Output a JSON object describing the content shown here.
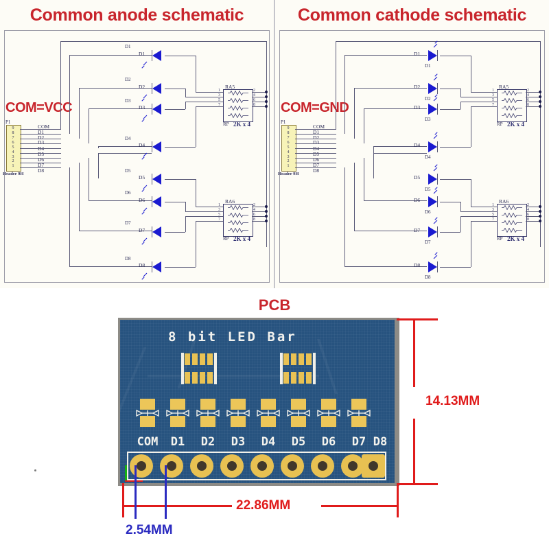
{
  "schematics": [
    {
      "title": "Common anode schematic",
      "com_label": "COM=VCC",
      "orientation": "leds-point-left",
      "connector": {
        "name": "P1",
        "footer": "Header 9H",
        "pins": [
          "9",
          "8",
          "7",
          "6",
          "5",
          "4",
          "3",
          "2",
          "1"
        ],
        "nets": [
          "COM",
          "D1",
          "D2",
          "D3",
          "D4",
          "D5",
          "D6",
          "D7",
          "D8"
        ]
      },
      "leds": [
        {
          "desig": "D1",
          "net": "D1"
        },
        {
          "desig": "D2",
          "net": "D2"
        },
        {
          "desig": "D3",
          "net": "D3"
        },
        {
          "desig": "D4",
          "net": "D4"
        },
        {
          "desig": "D5",
          "net": "D5"
        },
        {
          "desig": "D6",
          "net": "D6"
        },
        {
          "desig": "D7",
          "net": "D7"
        },
        {
          "desig": "D8",
          "net": "D8"
        }
      ],
      "resistor_packs": [
        {
          "name": "RA5",
          "prefix": "RP",
          "value": "2K x 4",
          "left_pins": [
            "1",
            "3",
            "5",
            "7"
          ],
          "right_pins": [
            "2",
            "4",
            "6",
            "8"
          ]
        },
        {
          "name": "RA6",
          "prefix": "RP",
          "value": "2K x 4",
          "left_pins": [
            "1",
            "3",
            "5",
            "7"
          ],
          "right_pins": [
            "2",
            "4",
            "6",
            "8"
          ]
        }
      ]
    },
    {
      "title": "Common cathode schematic",
      "com_label": "COM=GND",
      "orientation": "leds-point-right",
      "connector": {
        "name": "P1",
        "footer": "Header 9H",
        "pins": [
          "9",
          "8",
          "7",
          "6",
          "5",
          "4",
          "3",
          "2",
          "1"
        ],
        "nets": [
          "COM",
          "D1",
          "D2",
          "D3",
          "D4",
          "D5",
          "D6",
          "D7",
          "D8"
        ]
      },
      "leds": [
        {
          "desig": "D1",
          "net": "D1"
        },
        {
          "desig": "D2",
          "net": "D2"
        },
        {
          "desig": "D3",
          "net": "D3"
        },
        {
          "desig": "D4",
          "net": "D4"
        },
        {
          "desig": "D5",
          "net": "D5"
        },
        {
          "desig": "D6",
          "net": "D6"
        },
        {
          "desig": "D7",
          "net": "D7"
        },
        {
          "desig": "D8",
          "net": "D8"
        }
      ],
      "resistor_packs": [
        {
          "name": "RA5",
          "prefix": "RP",
          "value": "2K x 4",
          "left_pins": [
            "1",
            "3",
            "5",
            "7"
          ],
          "right_pins": [
            "2",
            "4",
            "6",
            "8"
          ]
        },
        {
          "name": "RA6",
          "prefix": "RP",
          "value": "2K x 4",
          "left_pins": [
            "1",
            "3",
            "5",
            "7"
          ],
          "right_pins": [
            "2",
            "4",
            "6",
            "8"
          ]
        }
      ]
    }
  ],
  "pcb": {
    "title": "PCB",
    "silkscreen_title": "8 bit LED Bar",
    "pin_labels": [
      "COM",
      "D1",
      "D2",
      "D3",
      "D4",
      "D5",
      "D6",
      "D7",
      "D8"
    ],
    "dimensions": {
      "width": "22.86MM",
      "height": "14.13MM",
      "pitch": "2.54MM"
    },
    "colors": {
      "solder_mask": "#27537f",
      "pad_gold": "#e8c152",
      "silkscreen": "#f2f2ee",
      "dimension_red": "#e01b1b",
      "dimension_blue": "#2b2bc0",
      "title_red": "#c8252c"
    }
  }
}
